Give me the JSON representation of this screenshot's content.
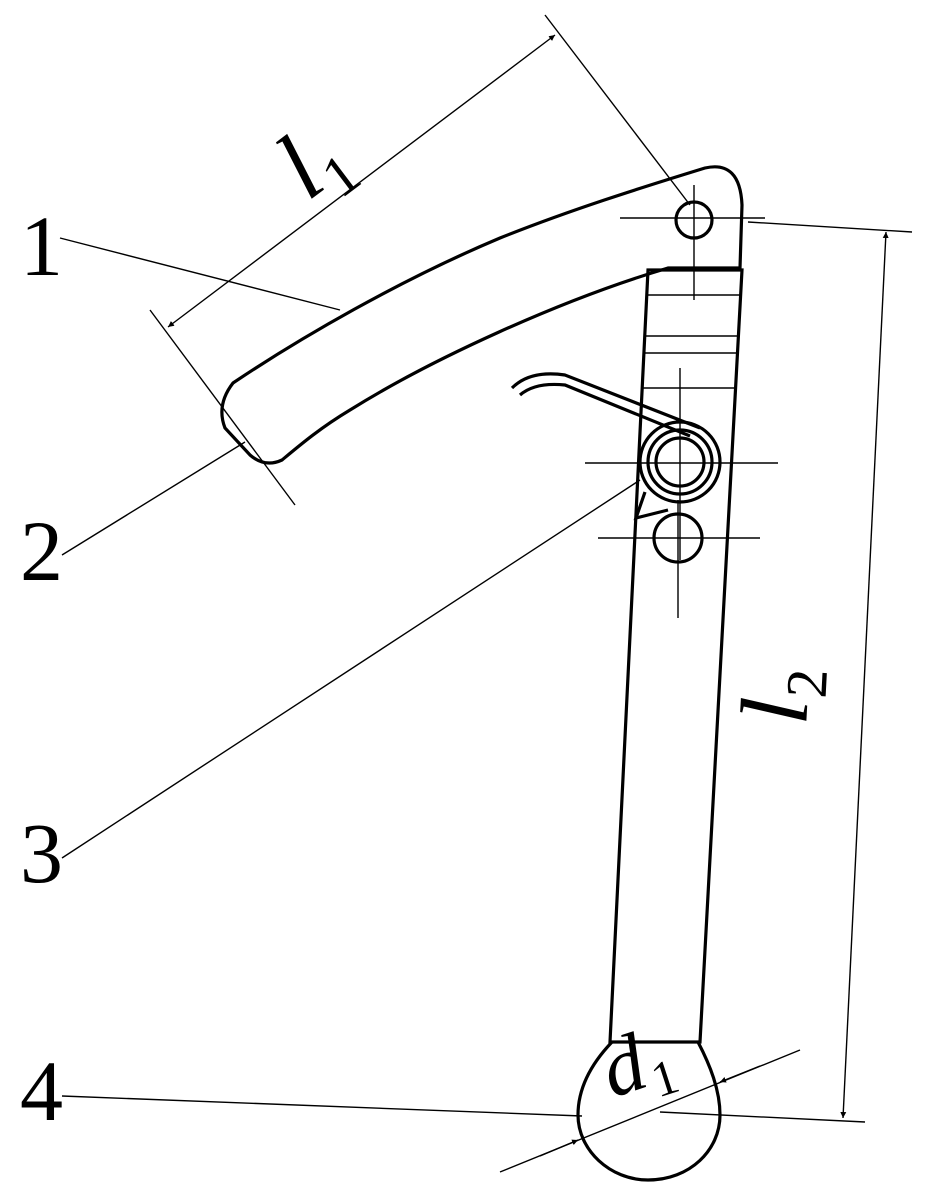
{
  "callouts": {
    "c1": "1",
    "c2": "2",
    "c3": "3",
    "c4": "4"
  },
  "dimensions": {
    "l1": {
      "symbol": "l",
      "subscript": "1"
    },
    "l2": {
      "symbol": "l",
      "subscript": "2"
    },
    "d1": {
      "symbol": "d",
      "subscript": "1"
    }
  },
  "colors": {
    "line": "#000000",
    "background": "#ffffff"
  }
}
